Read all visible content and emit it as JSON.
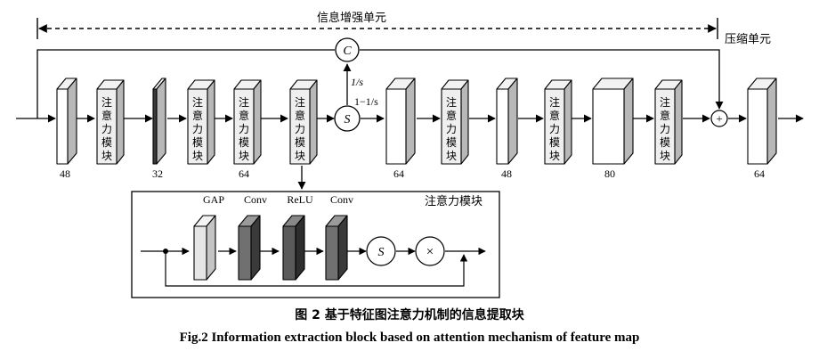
{
  "labels": {
    "info_enhance_unit": "信息增强单元",
    "compress_unit": "压缩单元",
    "attention_module": "注意力模块",
    "attention_block_lines": [
      "注",
      "意",
      "力",
      "模",
      "块"
    ],
    "concat_symbol": "C",
    "split_symbol": "S",
    "add_symbol": "+",
    "multiply_symbol": "×",
    "ratio_top": "1/s",
    "ratio_right": "1−1/s"
  },
  "channels": [
    "48",
    "32",
    "64",
    "64",
    "48",
    "80",
    "64"
  ],
  "inset": {
    "gap": "GAP",
    "conv1": "Conv",
    "relu": "ReLU",
    "conv2": "Conv",
    "sigmoid": "S",
    "multiply": "×",
    "title": "注意力模块"
  },
  "caption": {
    "chinese": "图 2   基于特征图注意力机制的信息提取块",
    "english": "Fig.2    Information extraction block based on attention mechanism of feature map"
  },
  "colors": {
    "line": "#000000",
    "box_front": "#ffffff",
    "box_top": "#f2f2f2",
    "box_side": "#b8b8b8",
    "att_front": "#efefef",
    "gap_front": "#e6e6e6",
    "conv_front": "#707070",
    "conv_side": "#3a3a3a",
    "relu_front": "#5a5a5a",
    "relu_side": "#2e2e2e"
  }
}
